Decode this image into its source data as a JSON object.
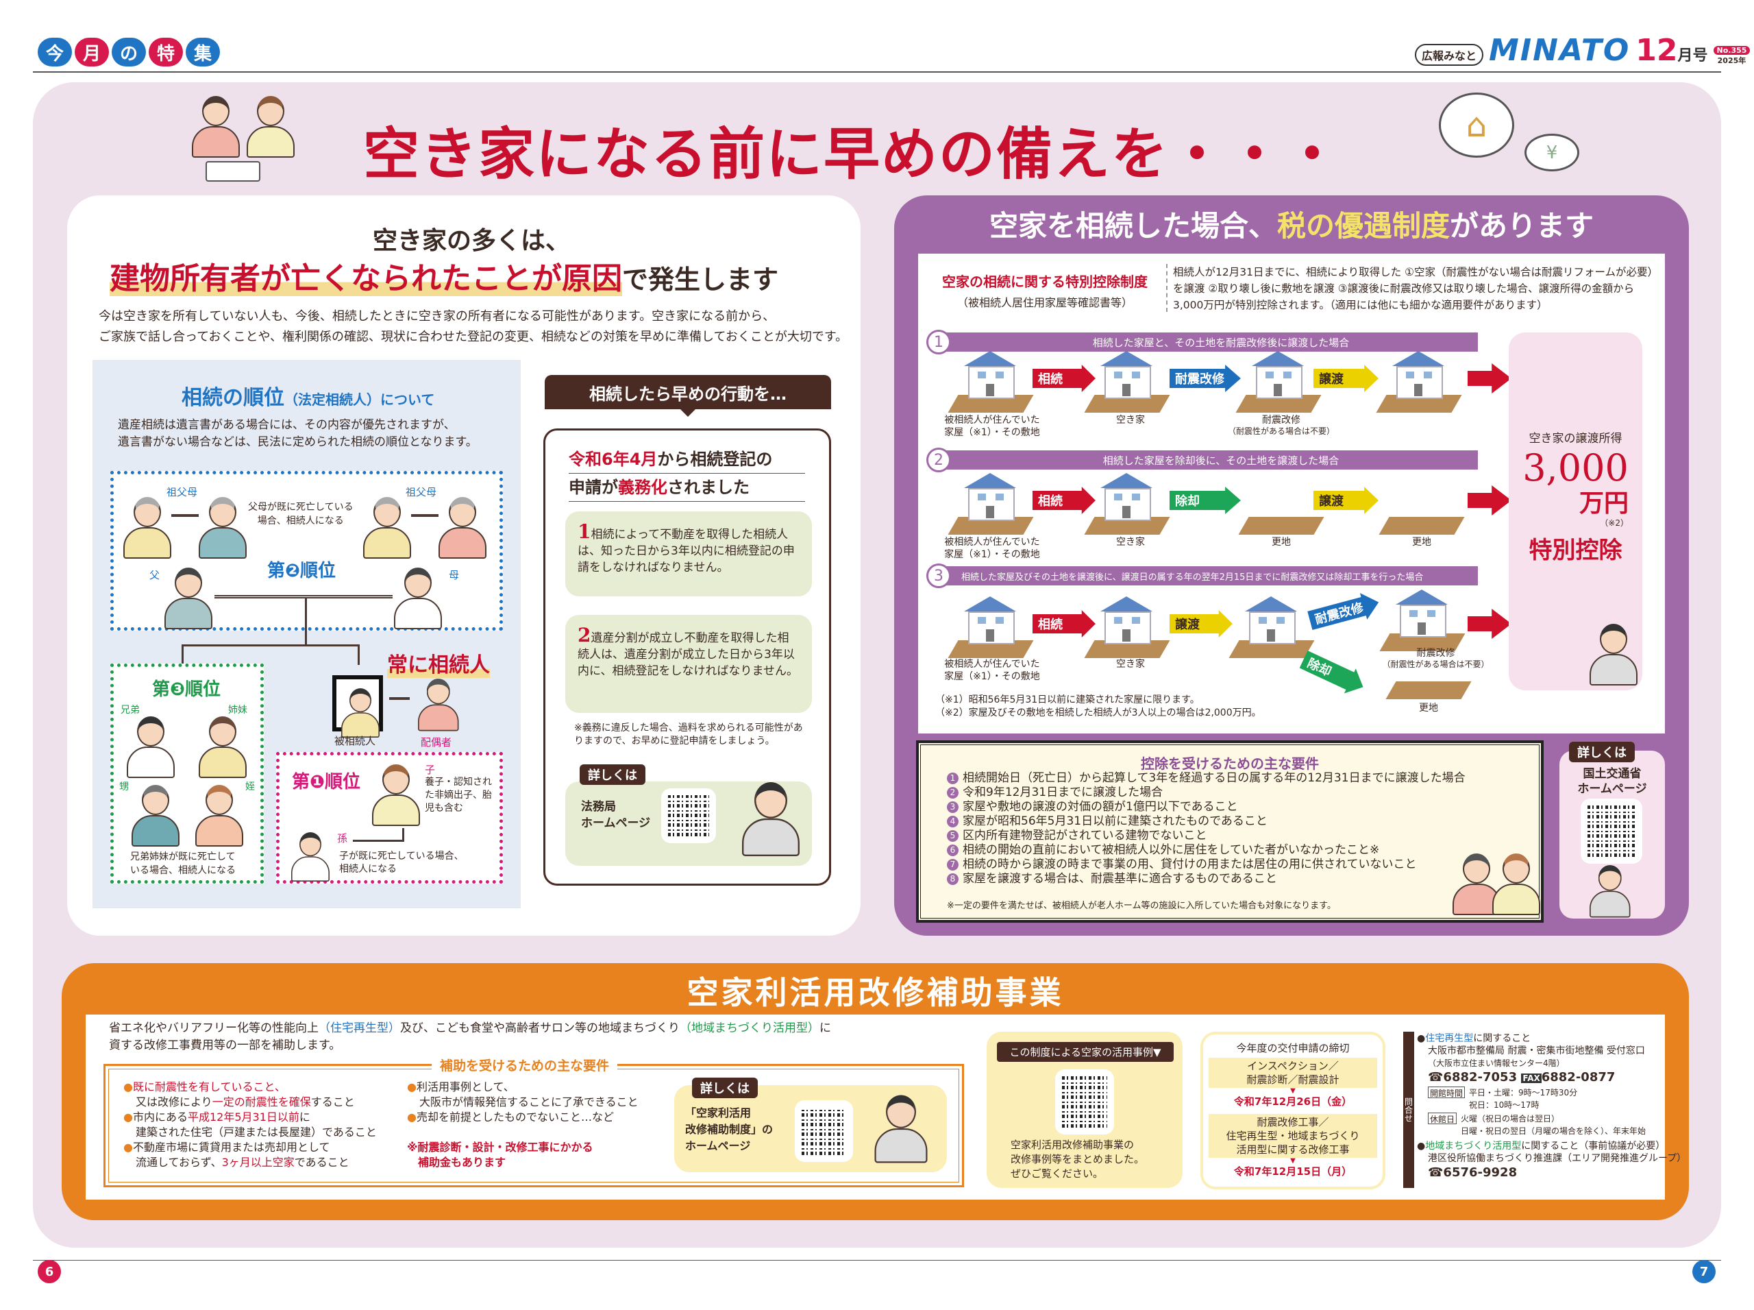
{
  "header": {
    "tab_chars": [
      "今",
      "月",
      "の",
      "特",
      "集"
    ],
    "tab_colors": [
      "#1f74c4",
      "#d8194d",
      "#1f74c4",
      "#d8194d",
      "#1f74c4"
    ],
    "pill": "広報みなと",
    "logo": "MINATO",
    "issue_month": "12",
    "issue_suffix": "月号",
    "issue_no": "No.355",
    "issue_year": "2025年"
  },
  "title": "空き家になる前に早めの備えを・・・",
  "left": {
    "lead1": "空き家の多くは、",
    "lead2_hl": "建物所有者が亡くなられたことが原因",
    "lead2_rest": "で発生します",
    "intro1": "今は空き家を所有していない人も、今後、相続したときに空き家の所有者になる可能性があります。空き家になる前から、",
    "intro2": "ご家族で話し合っておくことや、権利関係の確認、現状に合わせた登記の変更、相続などの対策を早めに準備しておくことが大切です。",
    "order": {
      "title": "相続の順位",
      "title_sub": "（法定相続人）について",
      "text1": "遺産相続は遺言書がある場合には、その内容が優先されますが、",
      "text2": "遺言書がない場合などは、民法に定められた相続の順位となります。",
      "grandparents": "祖父母",
      "grandparents_note1": "父母が既に死亡している",
      "grandparents_note2": "場合、相続人になる",
      "father": "父",
      "mother": "母",
      "rank2": "第❷順位",
      "rank3": "第❸順位",
      "rank1": "第❶順位",
      "brothers": "兄弟",
      "sisters": "姉妹",
      "nephew": "甥",
      "niece": "姪",
      "siblings_note1": "兄弟姉妹が既に死亡して",
      "siblings_note2": "いる場合、相続人になる",
      "always": "常に相続人",
      "deceased": "被相続人",
      "spouse": "配偶者",
      "child": "子",
      "child_note1": "養子・認知され",
      "child_note2": "た非嫡出子、胎",
      "child_note3": "児も含む",
      "grandchild": "孫",
      "grandchild_note1": "子が既に死亡している場合、",
      "grandchild_note2": "相続人になる"
    },
    "action": {
      "header": "相続したら早めの行動を…",
      "h1_hl": "令和6年4月",
      "h1_rest": "から相続登記の",
      "h2_a": "申請が",
      "h2_hl": "義務化",
      "h2_b": "されました",
      "item1_num": "1",
      "item1": "相続によって不動産を取得した相続人は、知った日から3年以内に相続登記の申請をしなければなりません。",
      "item2_num": "2",
      "item2": "遺産分割が成立し不動産を取得した相続人は、遺産分割が成立した日から3年以内に、相続登記をしなければなりません。",
      "note": "※義務に違反した場合、過料を求められる可能性がありますので、お早めに登記申請をしましょう。",
      "details_tag": "詳しくは",
      "details_l1": "法務局",
      "details_l2": "ホームページ"
    }
  },
  "right": {
    "title_a": "空家を相続した場合、",
    "title_hl": "税の優遇制度",
    "title_b": "があります",
    "system_name": "空家の相続に関する特別控除制度",
    "system_sub": "（被相続人居住用家屋等確認書等）",
    "system_desc": "相続人が12月31日までに、相続により取得した ①空家（耐震性がない場合は耐震リフォームが必要）を譲渡 ②取り壊し後に敷地を譲渡 ③譲渡後に耐震改修又は取り壊した場合、譲渡所得の金額から3,000万円が特別控除されます。（適用には他にも細かな適用要件があります）",
    "cases": [
      {
        "num": "1",
        "title": "相続した家屋と、その土地を耐震改修後に譲渡した場合"
      },
      {
        "num": "2",
        "title": "相続した家屋を除却後に、その土地を譲渡した場合"
      },
      {
        "num": "3",
        "title": "相続した家屋及びその土地を譲渡後に、譲渡日の属する年の翌年2月15日までに耐震改修又は除却工事を行った場合"
      }
    ],
    "arrows": {
      "inherit": "相続",
      "retrofit": "耐震改修",
      "transfer": "譲渡",
      "demolish": "除却"
    },
    "labels": {
      "origin1": "被相続人が住んでいた",
      "origin2": "家屋（※1）・その敷地",
      "vacant": "空き家",
      "retrofit": "耐震改修",
      "retrofit_note": "（耐震性がある場合は不要）",
      "vacant_lot": "更地"
    },
    "result": {
      "label": "空き家の譲渡所得",
      "amount": "3,000",
      "unit": "万円",
      "note": "（※2）",
      "deduction": "特別控除"
    },
    "notes": [
      "（※1）昭和56年5月31日以前に建築された家屋に限ります。",
      "（※2）家屋及びその敷地を相続した相続人が3人以上の場合は2,000万円。"
    ],
    "requirements": {
      "title": "控除を受けるための主な要件",
      "items": [
        "相続開始日（死亡日）から起算して3年を経過する日の属する年の12月31日までに譲渡した場合",
        "令和9年12月31日までに譲渡した場合",
        "家屋や敷地の譲渡の対価の額が1億円以下であること",
        "家屋が昭和56年5月31日以前に建築されたものであること",
        "区内所有建物登記がされている建物でないこと",
        "相続の開始の直前において被相続人以外に居住をしていた者がいなかったこと※",
        "相続の時から譲渡の時まで事業の用、貸付けの用または居住の用に供されていないこと",
        "家屋を譲渡する場合は、耐震基準に適合するものであること"
      ],
      "note": "※一定の要件を満たせば、被相続人が老人ホーム等の施設に入所していた場合も対象になります。"
    },
    "details": {
      "tag": "詳しくは",
      "l1": "国土交通省",
      "l2": "ホームページ"
    }
  },
  "bottom": {
    "title": "空家利活用改修補助事業",
    "intro_a": "省エネ化やバリアフリー化等の性能向上",
    "intro_b": "（住宅再生型）",
    "intro_c": "及び、こども食堂や高齢者サロン等の地域まちづくり",
    "intro_d": "（地域まちづくり活用型）",
    "intro_e": "に",
    "intro2": "資する改修工事費用等の一部を補助します。",
    "req_title": "補助を受けるための主な要件",
    "req1_hl": "既に耐震性を有していること、",
    "req1_b": "又は改修により",
    "req1_hl2": "一定の耐震性を確保",
    "req1_c": "すること",
    "req2_a": "市内にある",
    "req2_hl": "平成12年5月31日以前",
    "req2_b": "に",
    "req2_c": "建築された住宅（戸建または長屋建）であること",
    "req3_a": "不動産市場に賃貸用または売却用として",
    "req3_b": "流通しておらず、",
    "req3_hl": "3ヶ月以上空家",
    "req3_c": "であること",
    "req4_a": "利活用事例として、",
    "req4_b": "大阪市が情報発信することに了承できること",
    "req5": "売却を前提としたものでないこと…など",
    "subsidy_note1": "※耐震診断・設計・改修工事にかかる",
    "subsidy_note2": "補助金もあります",
    "details_tag": "詳しくは",
    "details_l1": "「空家利活用",
    "details_l2": "改修補助制度」の",
    "details_l3": "ホームページ",
    "cases_tag": "この制度による空家の活用事例▼",
    "cases_text1": "空家利活用改修補助事業の",
    "cases_text2": "改修事例等をまとめました。",
    "cases_text3": "ぜひご覧ください。",
    "deadline_title": "今年度の交付申請の締切",
    "deadline1_l1": "インスペクション／",
    "deadline1_l2": "耐震診断／耐震設計",
    "deadline1_date": "令和7年12月26日（金）",
    "deadline2_l1": "耐震改修工事／",
    "deadline2_l2": "住宅再生型・地域まちづくり",
    "deadline2_l3": "活用型に関する改修工事",
    "deadline2_date": "令和7年12月15日（月）",
    "contact_label": "問合せ",
    "contact1_hl": "住宅再生型",
    "contact1_rest": "に関すること",
    "contact1_org": "大阪市都市整備局 耐震・密集市街地整備 受付窓口",
    "contact1_sub": "（大阪市立住まい情報センター4階）",
    "contact1_tel": "6882-7053",
    "contact1_fax": "6882-0877",
    "hours_tag": "開館時間",
    "hours1": "平日・土曜：9時～17時30分",
    "hours2": "祝日：10時～17時",
    "closed_tag": "休館日",
    "closed1": "火曜（祝日の場合は翌日）",
    "closed2": "日曜・祝日の翌日（月曜の場合を除く）、年末年始",
    "contact2_hl": "地域まちづくり活用型",
    "contact2_rest": "に関すること（事前協議が必要）",
    "contact2_org": "港区役所協働まちづくり推進課（エリア開発推進グループ）",
    "contact2_tel": "6576-9928"
  },
  "footer": {
    "page_left": "6",
    "page_right": "7"
  },
  "colors": {
    "red": "#c8102e",
    "purple": "#a06aa8",
    "orange": "#e8821e",
    "pink_bg": "#efe1eb",
    "blue": "#1f74c4"
  }
}
